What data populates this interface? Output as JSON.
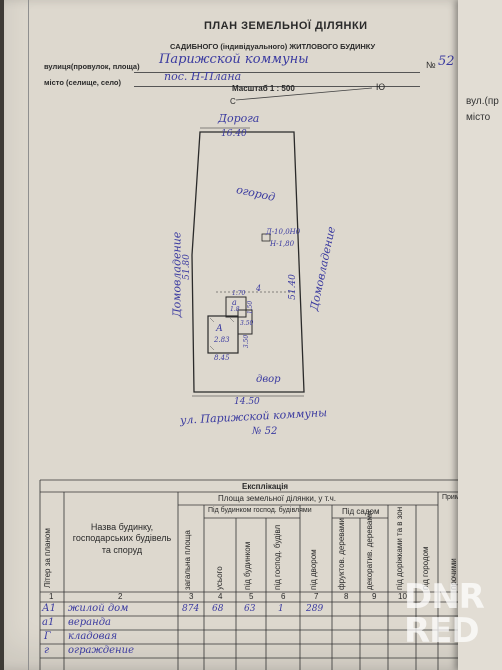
{
  "header": {
    "title": "ПЛАН ЗЕМЕЛЬНОЇ ДІЛЯНКИ",
    "subtitle": "САДИБНОГО (індивідуального) ЖИТЛОВОГО БУДИНКУ",
    "street_label": "вулиця(провулок, площа)",
    "street_value": "Парижской коммуны",
    "number_label": "№",
    "number_value": "52",
    "city_label": "місто (селище, село)",
    "city_value": "пос. Н-Плана",
    "scale": "Масштаб 1 : 500",
    "scale_c": "С",
    "north": "Ю"
  },
  "plan": {
    "road_label": "Дорога",
    "top_dim": "16.40",
    "garden_label": "огород",
    "left_side_label": "Домовладение",
    "left_dim": "51.80",
    "right_dim": "51.40",
    "right_side_label": "Домовладение",
    "bldg_small": "Д-10,0Н0",
    "bldg_small2": "Н-1,80",
    "dim_a_top": "1.70",
    "dim_a_side": "1.50",
    "bldg_a": "а",
    "bldg_a_val": "1.8",
    "bldg_a1_val": "3.50",
    "bldg_A1": "А",
    "bldg_A1_val": "2.83",
    "bldg_A1_bottom": "8.45",
    "bldg_A1_right": "3.50",
    "yard_label": "двор",
    "bottom_dim": "14.50",
    "mark_4": "4",
    "street_bottom": "ул. Парижской коммуны",
    "street_bottom_no": "№ 52"
  },
  "explication": {
    "title": "Експлікація",
    "area_group": "Площа земельної ділянки, у т.ч.",
    "col_lit": "Літер за планом",
    "col_name": "Назва будинку, господарських будівель та споруд",
    "col_total": "загальна площа",
    "col_under": "Під будинком господ. будівлями",
    "col_all": "усього",
    "col_house": "під будинком",
    "col_outbuild": "під господ. будівл",
    "col_yard": "під двором",
    "col_garden_group": "Під садом",
    "col_fruit": "фруктов. деревами",
    "col_decor": "декоратив. деревами",
    "col_paths": "під доріжками та в зон",
    "col_veg": "під городом",
    "col_other": "прочими",
    "notes": "Примітки",
    "colnums": [
      "1",
      "2",
      "3",
      "4",
      "5",
      "6",
      "7",
      "8",
      "9",
      "10"
    ],
    "rows": [
      {
        "lit": "А1",
        "name": "жилой дом",
        "total": "874",
        "all": "68",
        "house": "63",
        "out": "1",
        "yard": "289"
      },
      {
        "lit": "а1",
        "name": "веранда",
        "total": "",
        "all": "",
        "house": "",
        "out": "",
        "yard": ""
      },
      {
        "lit": "Г",
        "name": "кладовая",
        "total": "",
        "all": "",
        "house": "",
        "out": "",
        "yard": ""
      },
      {
        "lit": "г",
        "name": "ограждение",
        "total": "",
        "all": "",
        "house": "",
        "out": "",
        "yard": ""
      }
    ]
  },
  "side_sheet": {
    "line1": "вул.(пр",
    "line2": "місто"
  },
  "watermark": {
    "line1": "DNR",
    "line2": "RED"
  }
}
